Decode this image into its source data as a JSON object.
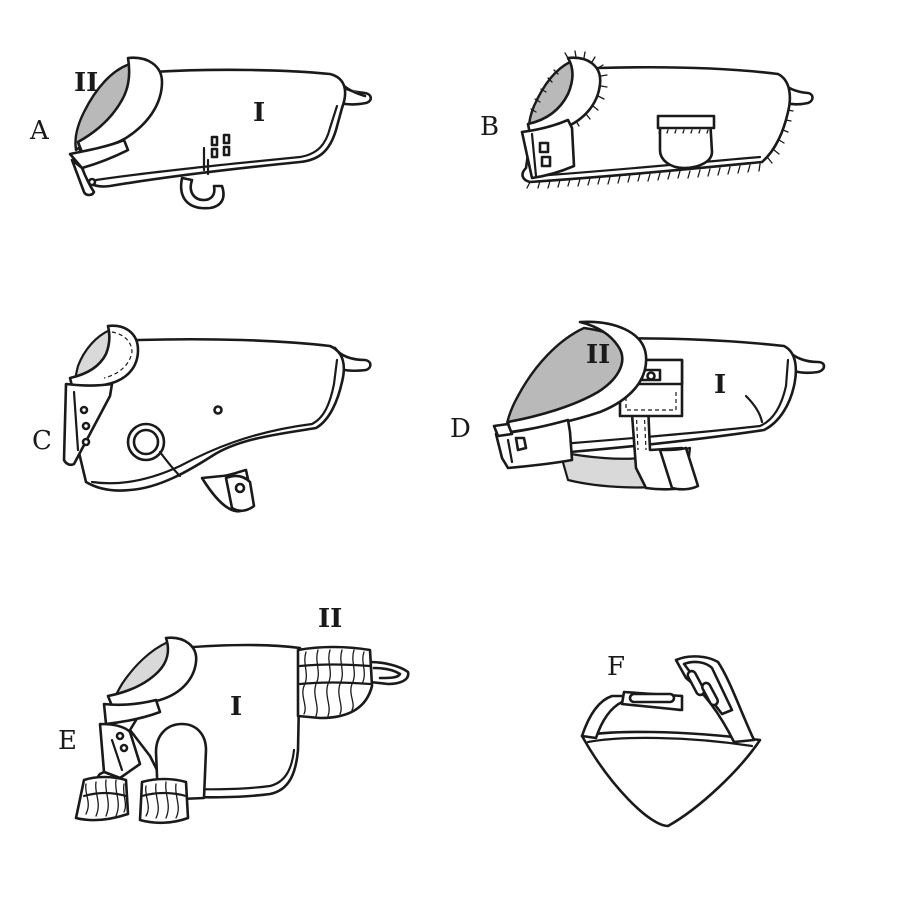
{
  "views": [
    {
      "letter": "A",
      "pieces": [
        "I",
        "II"
      ]
    },
    {
      "letter": "B",
      "pieces": []
    },
    {
      "letter": "C",
      "pieces": []
    },
    {
      "letter": "D",
      "pieces": [
        "II",
        "I"
      ]
    },
    {
      "letter": "E",
      "pieces": [
        "I",
        "II"
      ]
    },
    {
      "letter": "F",
      "pieces": []
    }
  ]
}
